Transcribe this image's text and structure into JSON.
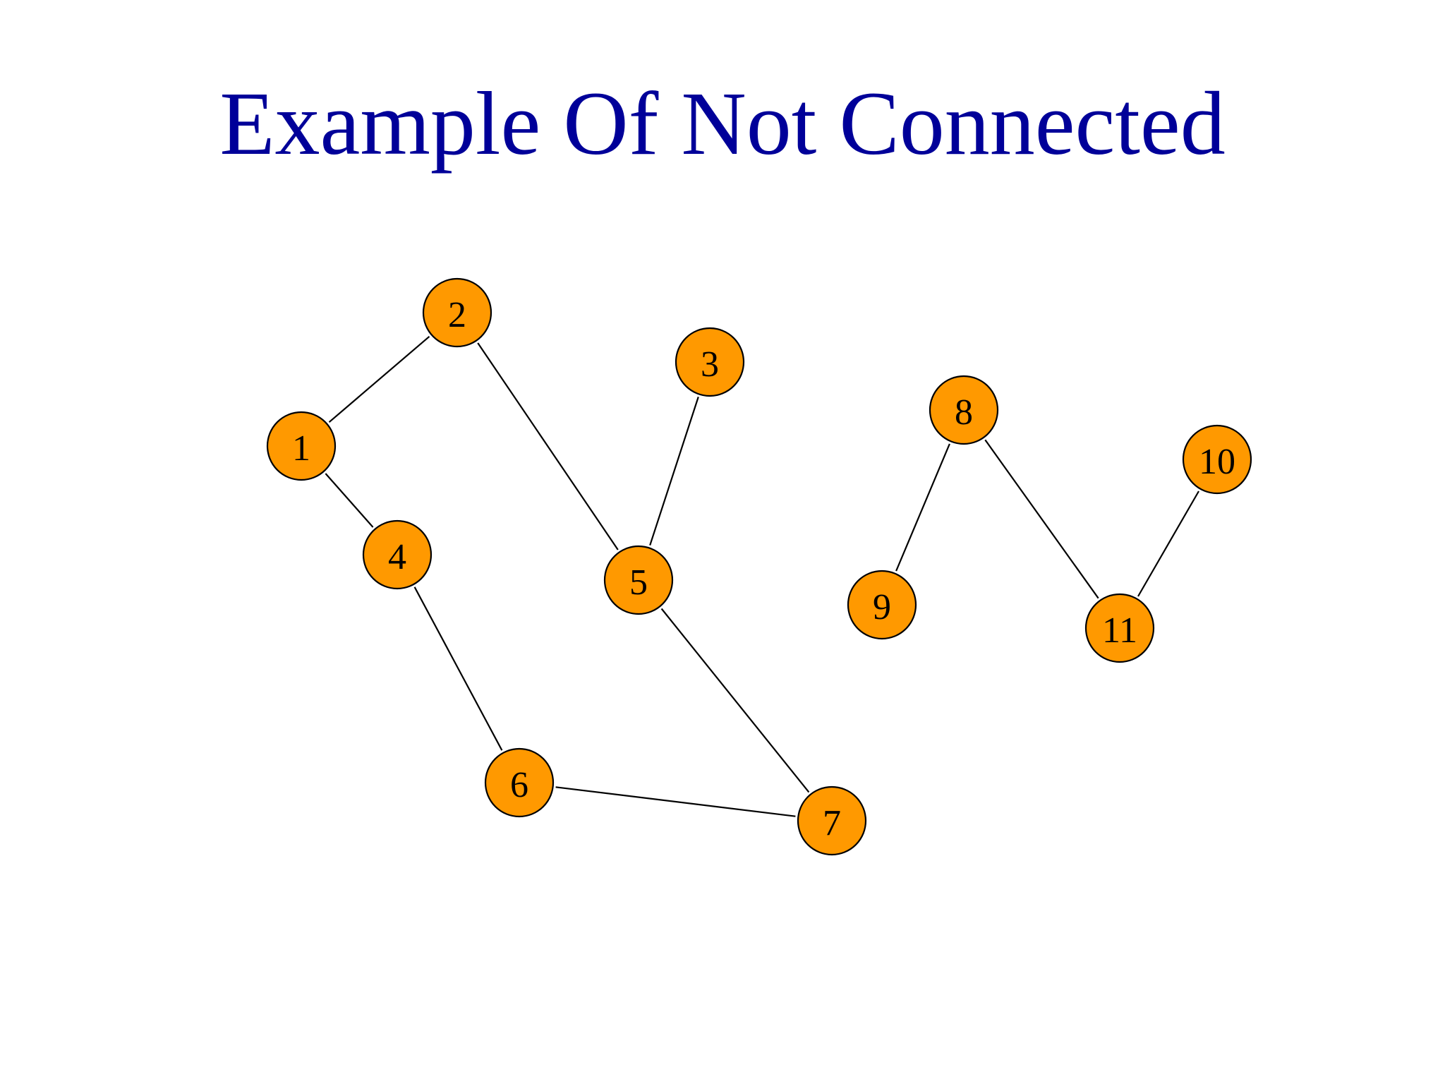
{
  "slide": {
    "title": "Example Of Not Connected"
  },
  "graph": {
    "node_color": "#ff9900",
    "title_color": "#000099",
    "nodes": [
      {
        "id": "1",
        "label": "1"
      },
      {
        "id": "2",
        "label": "2"
      },
      {
        "id": "3",
        "label": "3"
      },
      {
        "id": "4",
        "label": "4"
      },
      {
        "id": "5",
        "label": "5"
      },
      {
        "id": "6",
        "label": "6"
      },
      {
        "id": "7",
        "label": "7"
      },
      {
        "id": "8",
        "label": "8"
      },
      {
        "id": "9",
        "label": "9"
      },
      {
        "id": "10",
        "label": "10"
      },
      {
        "id": "11",
        "label": "11"
      }
    ],
    "edges": [
      {
        "from": "1",
        "to": "2"
      },
      {
        "from": "2",
        "to": "5"
      },
      {
        "from": "3",
        "to": "5"
      },
      {
        "from": "1",
        "to": "4"
      },
      {
        "from": "4",
        "to": "6"
      },
      {
        "from": "5",
        "to": "7"
      },
      {
        "from": "6",
        "to": "7"
      },
      {
        "from": "8",
        "to": "9"
      },
      {
        "from": "8",
        "to": "11"
      },
      {
        "from": "10",
        "to": "11"
      }
    ]
  }
}
